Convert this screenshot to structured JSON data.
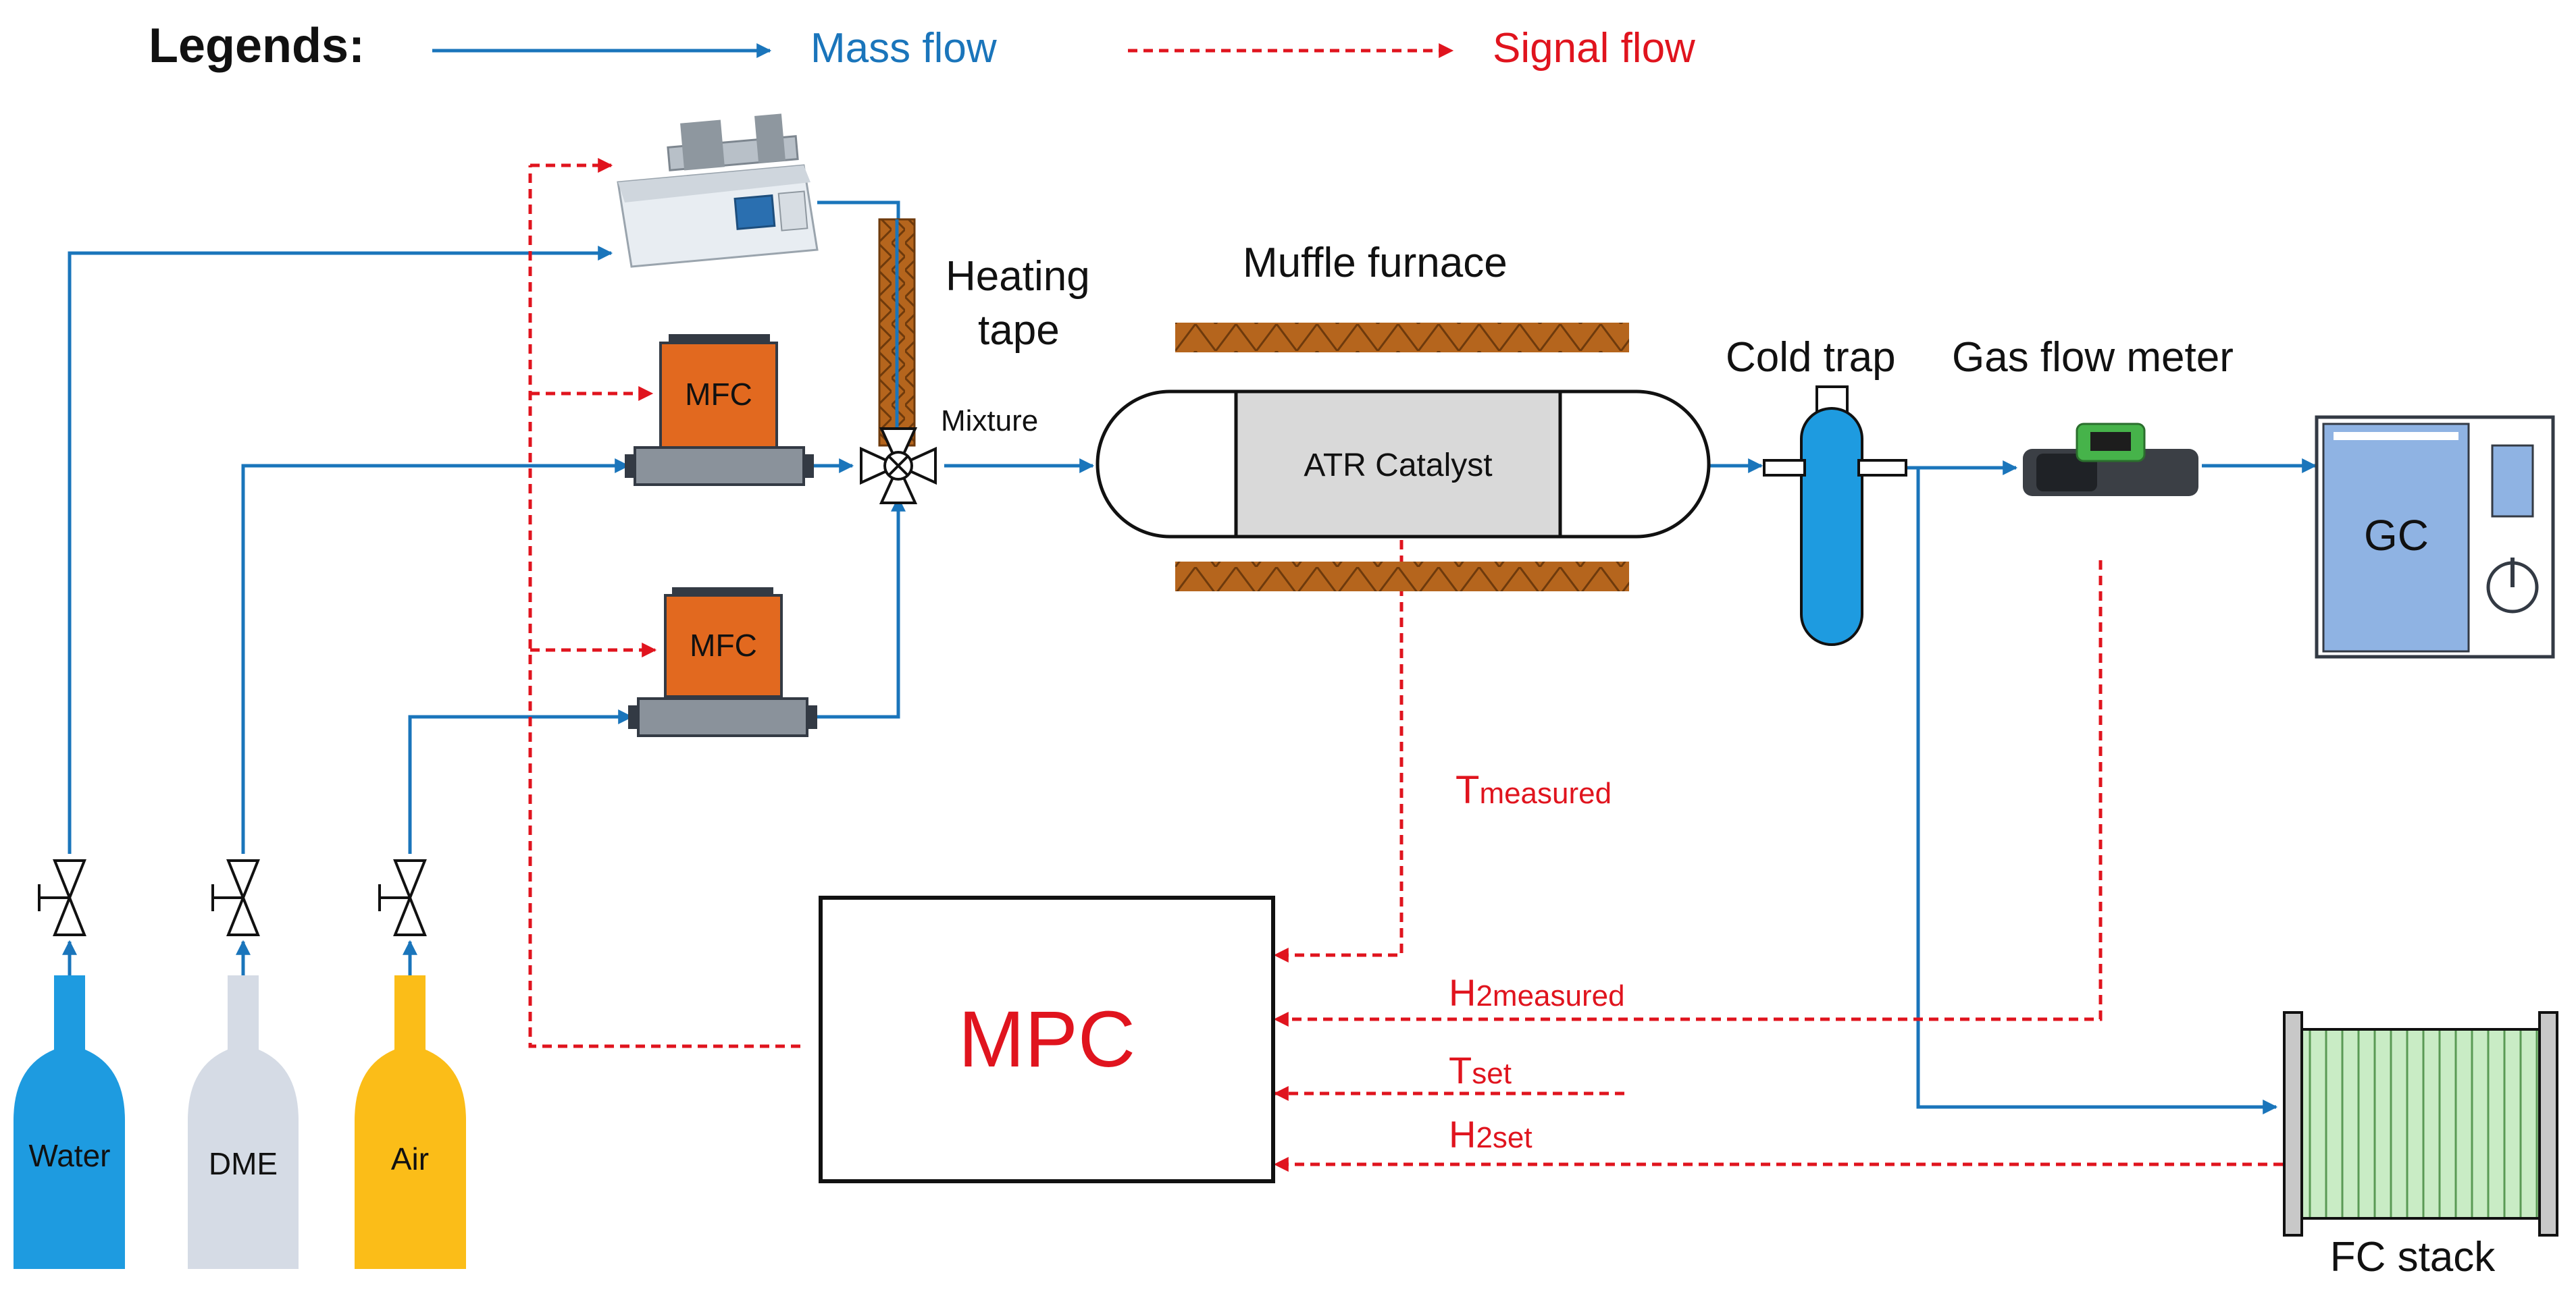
{
  "legend": {
    "title": "Legends:",
    "mass_flow": "Mass flow",
    "signal_flow": "Signal flow"
  },
  "labels": {
    "heating_tape_line1": "Heating",
    "heating_tape_line2": "tape",
    "muffle_furnace": "Muffle furnace",
    "cold_trap": "Cold trap",
    "gas_flow_meter": "Gas flow meter",
    "mixture": "Mixture",
    "atr_catalyst": "ATR Catalyst",
    "mfc_top": "MFC",
    "mfc_bottom": "MFC",
    "gc": "GC",
    "mpc": "MPC",
    "fc_stack": "FC stack",
    "water": "Water",
    "dme": "DME",
    "air": "Air"
  },
  "signals": {
    "t_measured": {
      "main": "T",
      "sub": "measured"
    },
    "h2_measured": {
      "main": "H",
      "sub": "2measured"
    },
    "t_set": {
      "main": "T",
      "sub": "set"
    },
    "h2_set": {
      "main": "H",
      "sub": "2set"
    }
  },
  "colors": {
    "mass_flow": "#1a75bb",
    "signal_flow": "#e0141e",
    "mfc": "#e2691f",
    "water_cylinder": "#1e9be0",
    "dme_cylinder": "#d5dbe5",
    "air_cylinder": "#fbbd18",
    "gc_panel": "#8fb3e3",
    "fc_stack": "#c9ecc5",
    "heating_tape": "#b5651d"
  }
}
